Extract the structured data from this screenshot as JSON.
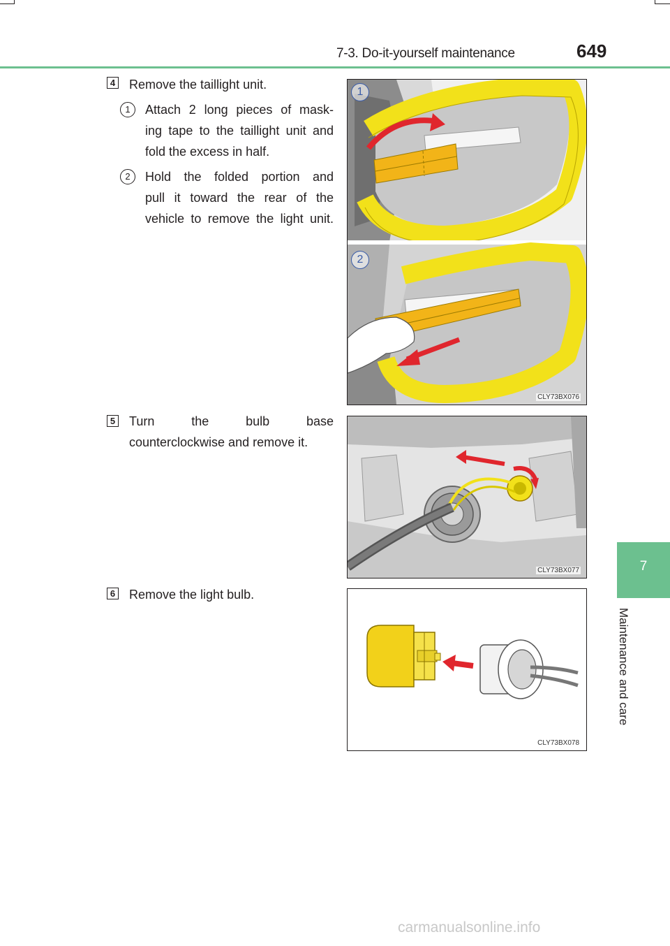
{
  "header": {
    "section": "7-3. Do-it-yourself maintenance",
    "page_number": "649"
  },
  "side_tab": {
    "chapter_number": "7",
    "chapter_title": "Maintenance and care"
  },
  "steps": [
    {
      "number": "4",
      "text": "Remove the taillight unit.",
      "substeps": [
        {
          "number": "1",
          "lines": [
            "Attach 2 long pieces of mask-",
            "ing tape to the taillight unit and",
            "fold the excess in half."
          ]
        },
        {
          "number": "2",
          "lines": [
            "Hold the folded portion and",
            "pull it toward the rear of the",
            "vehicle to remove the light unit."
          ]
        }
      ],
      "figure": {
        "code": "CLY73BX076",
        "callouts": [
          "1",
          "2"
        ]
      }
    },
    {
      "number": "5",
      "lines": [
        "Turn the bulb base",
        "counterclockwise and remove it."
      ],
      "figure": {
        "code": "CLY73BX077"
      }
    },
    {
      "number": "6",
      "text": "Remove the light bulb.",
      "figure": {
        "code": "CLY73BX078"
      }
    }
  ],
  "watermark": "carmanualsonline.info",
  "colors": {
    "accent_green": "#6cc08f",
    "tape_yellow": "#f2e11a",
    "arrow_red": "#e0262d",
    "callout_blue": "#3a5ca8"
  }
}
